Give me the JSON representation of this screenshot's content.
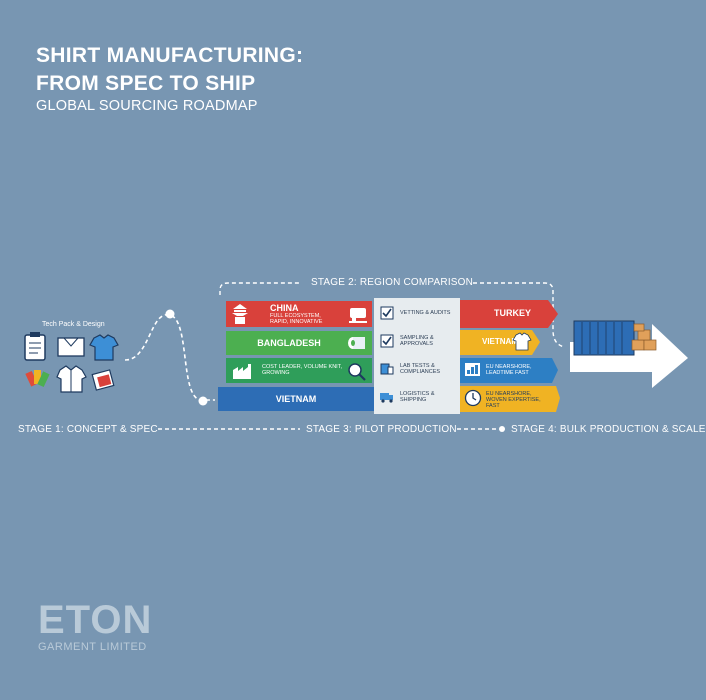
{
  "header": {
    "title_line1": "SHIRT MANUFACTURING:",
    "title_line2": "FROM SPEC TO SHIP",
    "subtitle": "GLOBAL SOURCING ROADMAP"
  },
  "stages": {
    "stage1": "STAGE 1: CONCEPT & SPEC",
    "stage2": "STAGE 2: REGION COMPARISON",
    "stage3": "STAGE 3: PILOT PRODUCTION",
    "stage4": "STAGE 4: BULK PRODUCTION & SCALE"
  },
  "tech_pack": {
    "label": "Tech Pack & Design",
    "icons": [
      "clipboard-icon",
      "shirt-pattern-icon",
      "shirt-icon",
      "color-swatch-icon",
      "jacket-icon",
      "fabric-swatch-icon"
    ]
  },
  "regions_left": [
    {
      "name": "CHINA",
      "note": "FULL ECOSYSTEM, RAPID, INNOVATIVE",
      "color": "#d9413b",
      "icon": "pagoda-icon"
    },
    {
      "name": "BANGLADESH",
      "note": "",
      "color": "#4caf50",
      "icon": "fabric-roll-icon"
    },
    {
      "name": "",
      "note": "COST LEADER, VOLUME KNIT, GROWING",
      "color": "#2f9e5a",
      "icon": "factory-icon"
    },
    {
      "name": "VIETNAM",
      "note": "",
      "color": "#2d6db5",
      "icon": ""
    }
  ],
  "regions_right": [
    {
      "name": "TURKEY",
      "note": "",
      "color": "#d9413b",
      "icon": ""
    },
    {
      "name": "VIETNAM",
      "note": "",
      "color": "#f0b323",
      "icon": "shirt-icon"
    },
    {
      "name": "",
      "note": "EU NEARSHORE, LEADTIME FAST",
      "color": "#2d7fc4",
      "icon": "chart-icon"
    },
    {
      "name": "",
      "note": "EU NEARSHORE, WOVEN EXPERTISE, FAST",
      "color": "#f0b323",
      "icon": "clock-icon"
    }
  ],
  "checklist": [
    {
      "label": "VETTING & AUDITS",
      "icon": "check-icon"
    },
    {
      "label": "SAMPLING & APPROVALS",
      "icon": "check-icon"
    },
    {
      "label": "LAB TESTS & COMPLIANCES",
      "icon": "test-tube-icon"
    },
    {
      "label": "LOGISTICS & SHIPPING",
      "icon": "truck-icon"
    }
  ],
  "brand": {
    "name": "ETON",
    "sub": "GARMENT LIMITED"
  },
  "colors": {
    "background": "#7896b2",
    "red": "#d9413b",
    "green": "#4caf50",
    "blue": "#2d6db5",
    "yellow": "#f0b323"
  }
}
